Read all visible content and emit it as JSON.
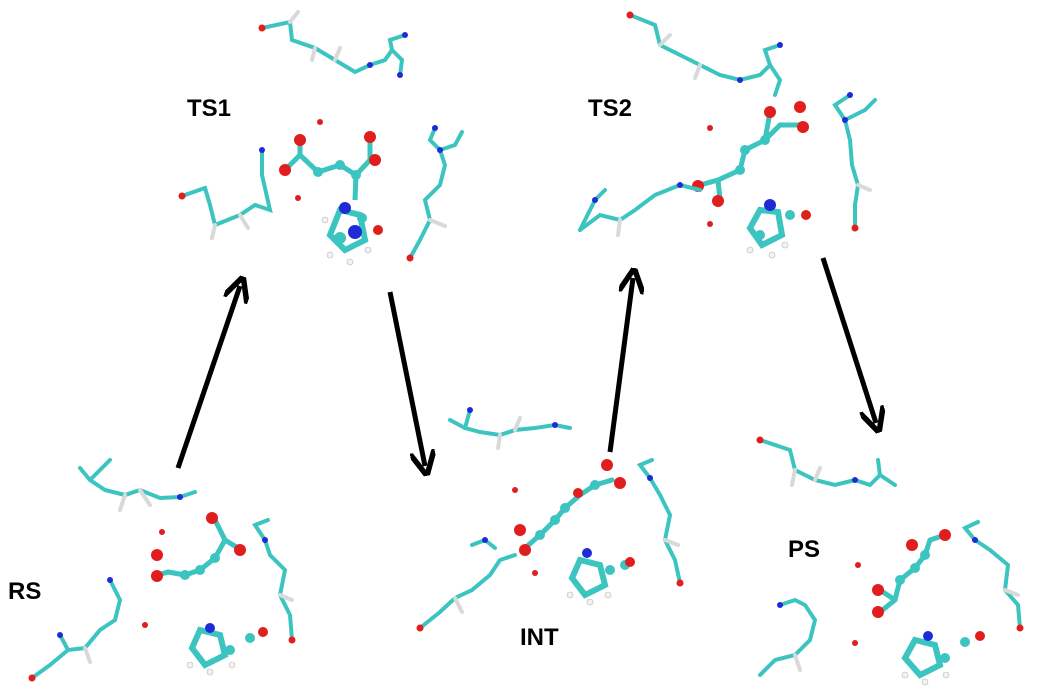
{
  "labels": {
    "rs": "RS",
    "ts1": "TS1",
    "int": "INT",
    "ts2": "TS2",
    "ps": "PS"
  },
  "colors": {
    "carbon": "#3cc4c0",
    "oxygen": "#e01e1e",
    "nitrogen": "#1f2bd6",
    "hydrogen": "#f2f2f2",
    "arrow": "#000000"
  }
}
